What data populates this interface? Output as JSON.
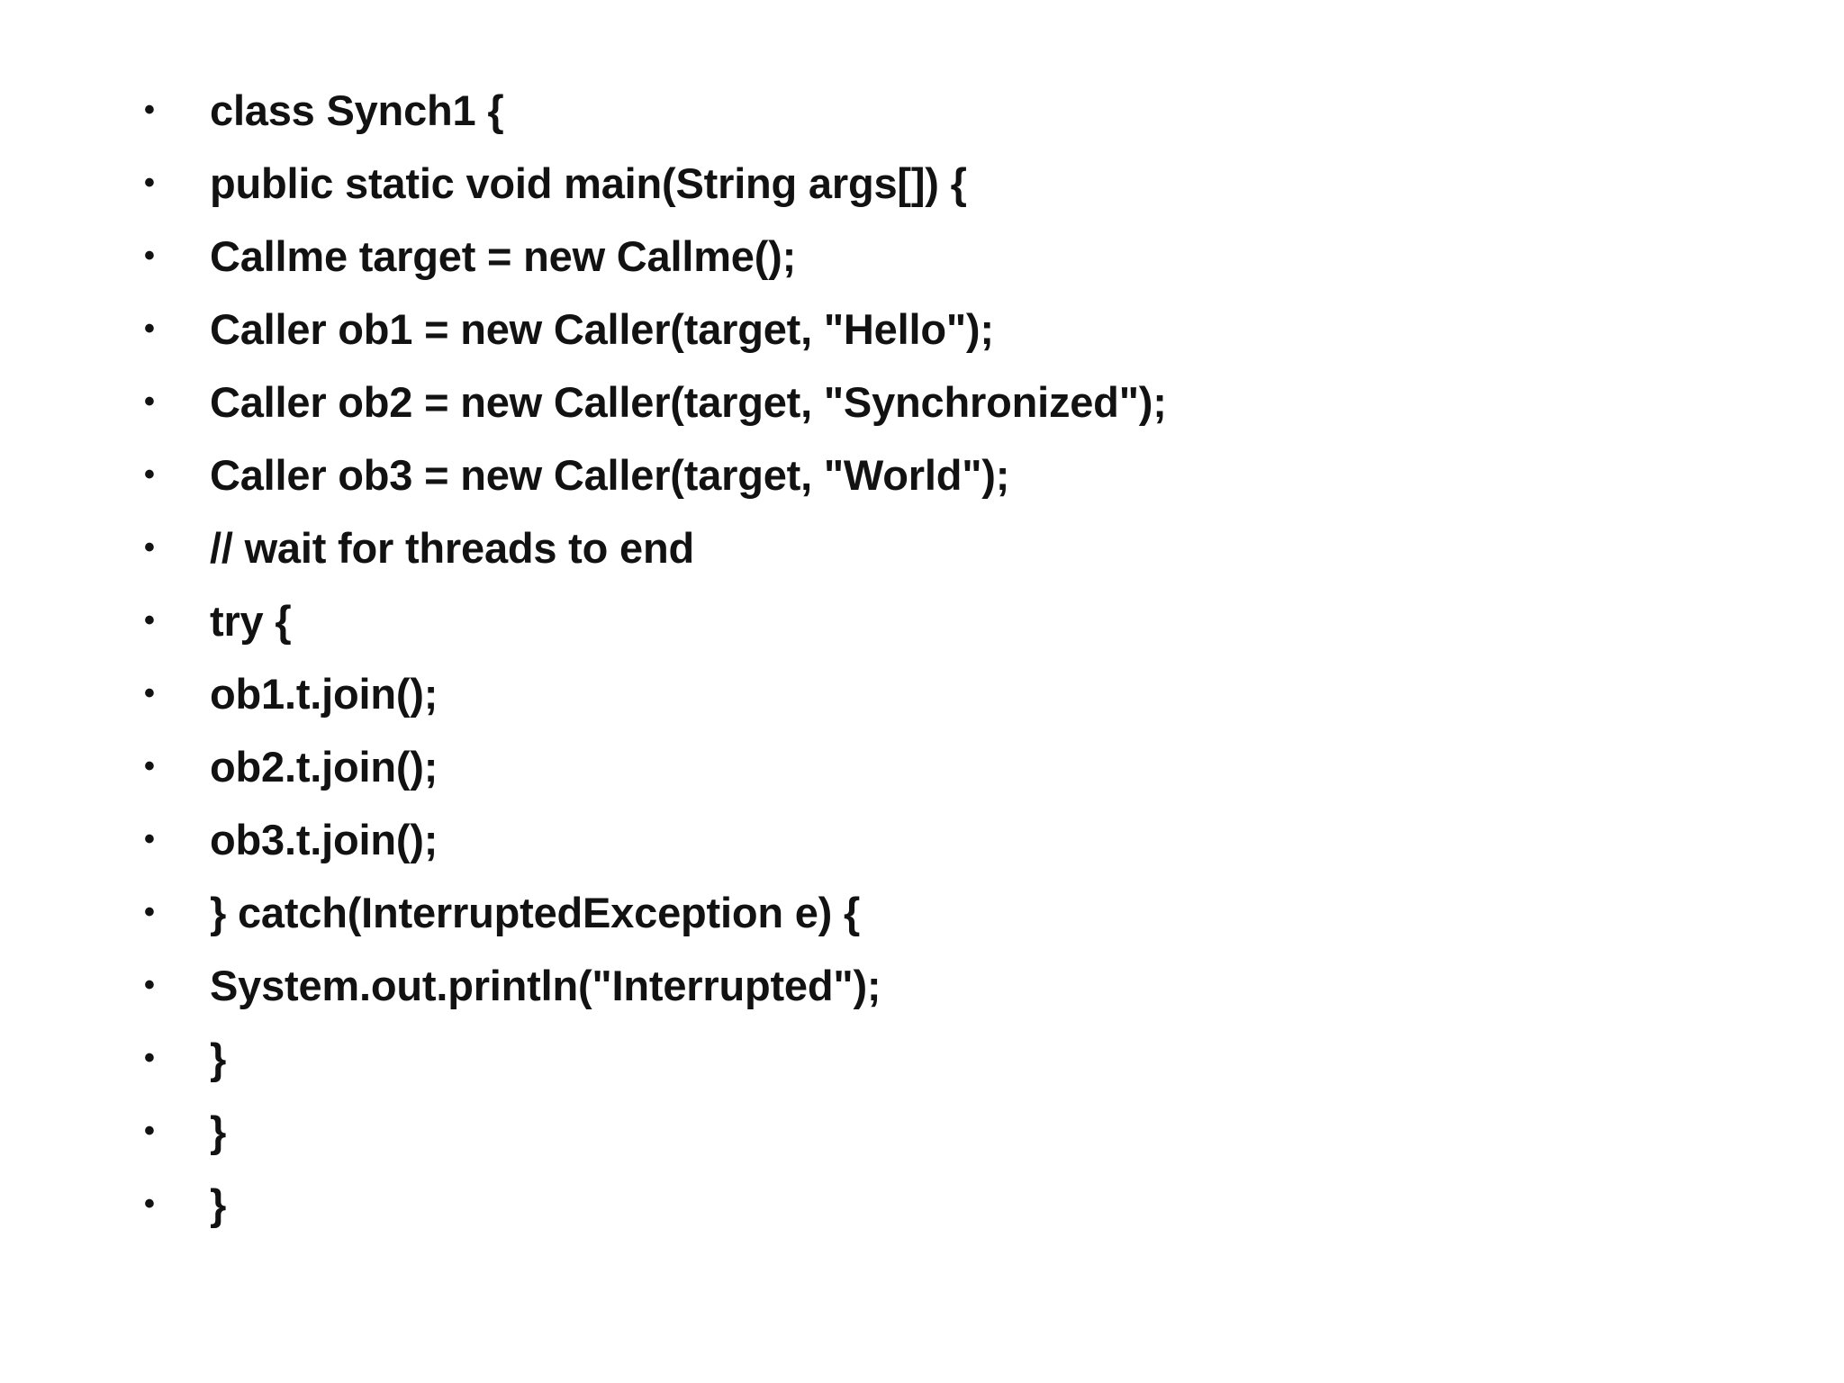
{
  "slide": {
    "background_color": "#ffffff",
    "text_color": "#121212",
    "bullet_glyph": "•",
    "bullet_icon_name": "bullet-point-icon",
    "title": "",
    "lines": [
      {
        "text": "class Synch1 {"
      },
      {
        "text": "public static void main(String args[]) {"
      },
      {
        "text": "Callme target = new Callme();"
      },
      {
        "text": "Caller ob1 = new Caller(target, \"Hello\");"
      },
      {
        "text": "Caller ob2 = new Caller(target, \"Synchronized\");"
      },
      {
        "text": "Caller ob3 = new Caller(target, \"World\");"
      },
      {
        "text": "// wait for threads to end"
      },
      {
        "text": "try {"
      },
      {
        "text": "ob1.t.join();"
      },
      {
        "text": "ob2.t.join();"
      },
      {
        "text": "ob3.t.join();"
      },
      {
        "text": "} catch(InterruptedException e) {"
      },
      {
        "text": "System.out.println(\"Interrupted\");"
      },
      {
        "text": "}"
      },
      {
        "text": "}"
      },
      {
        "text": "}"
      }
    ]
  }
}
